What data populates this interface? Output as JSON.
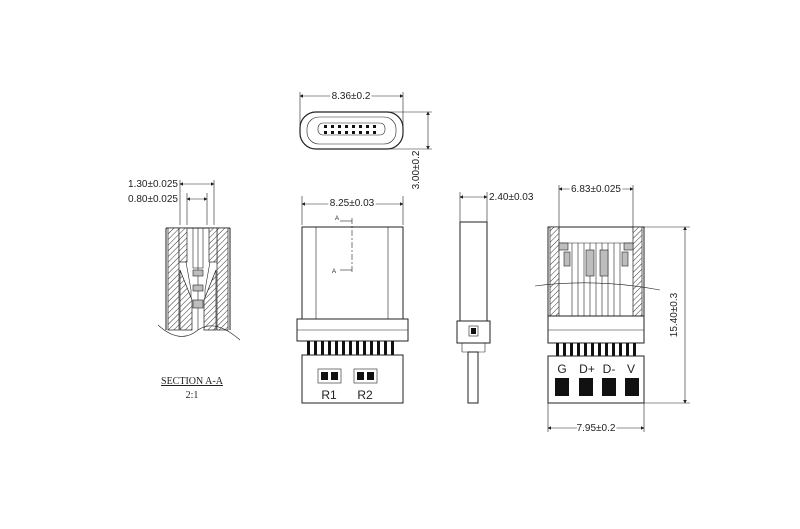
{
  "dimensions": {
    "top_width": "8.36±0.2",
    "top_height": "3.00±0.2",
    "front_width": "8.25±0.03",
    "side_width": "2.40±0.03",
    "back_inner_width": "6.83±0.025",
    "back_height": "15.40±0.3",
    "back_bottom_width": "7.95±0.2",
    "section_outer": "1.30±0.025",
    "section_inner": "0.80±0.025"
  },
  "section": {
    "title": "SECTION A-A",
    "scale": "2:1",
    "marker": "A"
  },
  "pads_front": [
    "R1",
    "R2"
  ],
  "pins_back": [
    "G",
    "D+",
    "D-",
    "V"
  ]
}
